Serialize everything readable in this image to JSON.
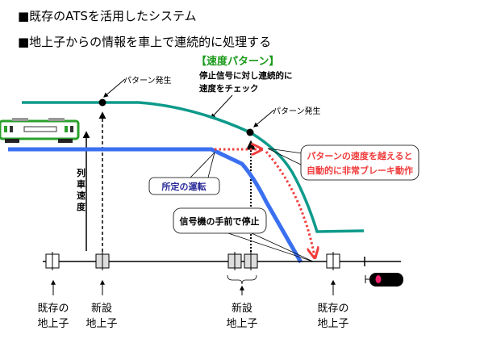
{
  "heading": {
    "line1": "■既存のATSを活用したシステム",
    "line2": "■地上子からの情報を車上で連続的に処理する"
  },
  "pattern": {
    "title": "【速度パターン】",
    "desc_line1": "停止信号に対し連続的に",
    "desc_line2": "速度をチェック",
    "generated_label_1": "パターン発生",
    "generated_label_2": "パターン発生"
  },
  "axis_label": [
    "列",
    "車",
    "速",
    "度"
  ],
  "callouts": {
    "normal_run": "所定の運転",
    "stop_before_signal": "信号機の手前で停止",
    "brake_line1": "パターンの速度を越えると",
    "brake_line2": "自動的に非常ブレーキ動作"
  },
  "transponders": [
    {
      "line1": "既存の",
      "line2": "地上子"
    },
    {
      "line1": "新設",
      "line2": "地上子"
    },
    {
      "line1": "新設",
      "line2": "地上子"
    },
    {
      "line1": "既存の",
      "line2": "地上子"
    }
  ],
  "colors": {
    "pattern": "#0e9a8a",
    "run": "#3a6ff0",
    "brake": "#f03c3c",
    "green_title": "#1a9a1a",
    "run_label": "#2a2a9a"
  }
}
